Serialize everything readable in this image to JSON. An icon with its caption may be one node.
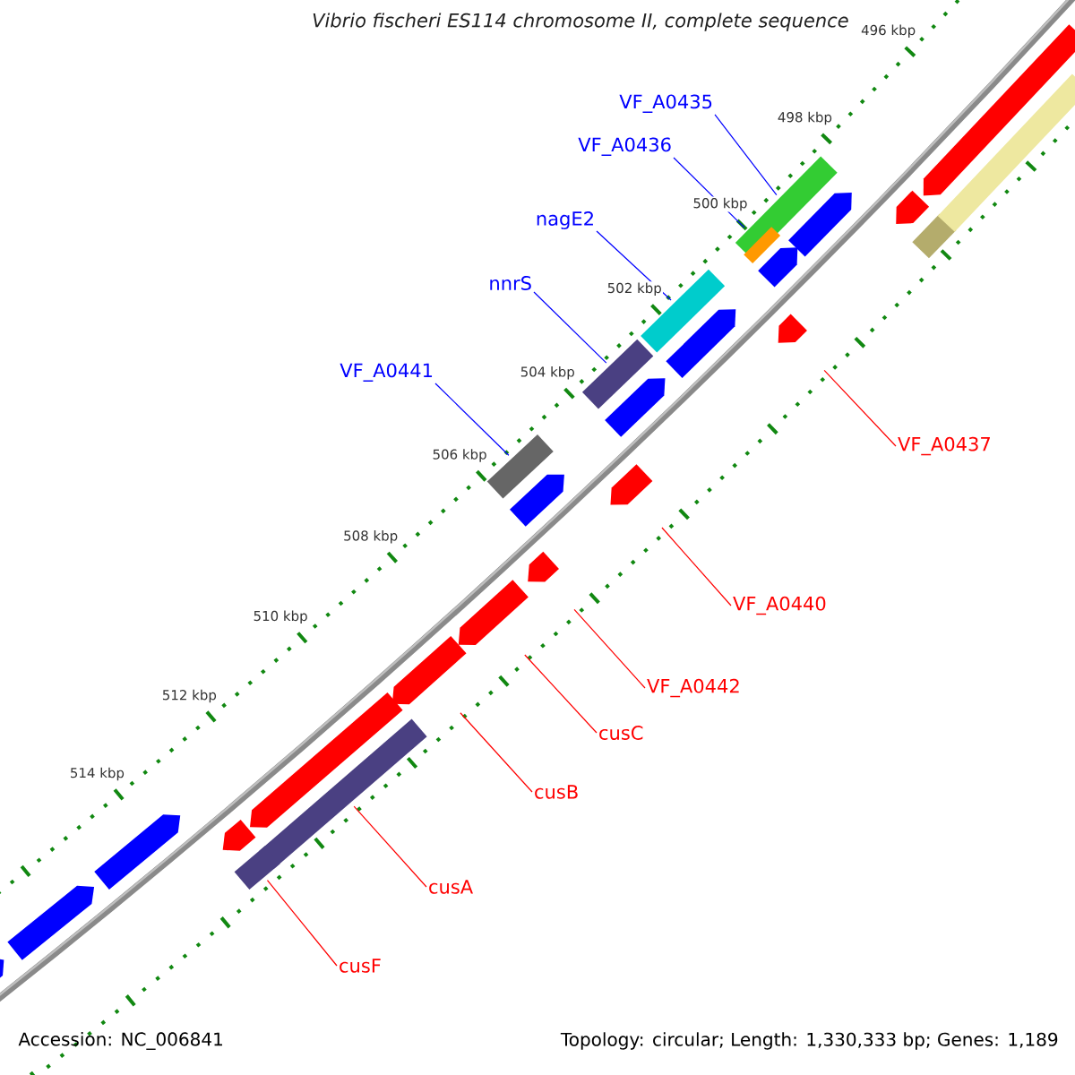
{
  "diagram": {
    "title": "Vibrio fischeri ES114 chromosome II, complete sequence",
    "nodes": [
      {
        "text": [
          "VF_A0435"
        ]
      },
      {
        "text": [
          "VF_A0436"
        ]
      },
      {
        "text": [
          "nagE2"
        ]
      },
      {
        "text": [
          "nnrS"
        ]
      },
      {
        "text": [
          "VF_A0441"
        ]
      },
      {
        "text": [
          "VF_A0437"
        ]
      },
      {
        "text": [
          "VF_A0440"
        ]
      },
      {
        "text": [
          "VF_A0442"
        ]
      },
      {
        "text": [
          "cusC"
        ]
      },
      {
        "text": [
          "cusB"
        ]
      },
      {
        "text": [
          "cusA"
        ]
      },
      {
        "text": [
          "cusF"
        ]
      },
      {
        "text": [],
        "shape": "bar"
      },
      {
        "text": [],
        "shape": "bar"
      },
      {
        "text": [],
        "shape": "bar"
      },
      {
        "text": [],
        "shape": "bar"
      },
      {
        "text": [],
        "shape": "bar"
      },
      {
        "text": [],
        "shape": "arrow"
      },
      {
        "text": [],
        "shape": "arrow"
      },
      {
        "text": [],
        "shape": "arrow"
      },
      {
        "text": [],
        "shape": "arrow"
      },
      {
        "text": [],
        "shape": "arrow"
      },
      {
        "text": [],
        "shape": "arrow"
      },
      {
        "text": [],
        "shape": "arrow"
      },
      {
        "text": [],
        "shape": "arrow"
      },
      {
        "text": [],
        "shape": "arrow"
      },
      {
        "text": [],
        "shape": "arrow"
      },
      {
        "text": [],
        "shape": "arrow"
      },
      {
        "text": [],
        "shape": "arrow"
      },
      {
        "text": [],
        "shape": "arrow"
      },
      {
        "text": [],
        "shape": "arrow"
      },
      {
        "text": [],
        "shape": "arrow"
      },
      {
        "text": [],
        "shape": "arrow"
      },
      {
        "text": [],
        "shape": "arrow"
      },
      {
        "text": [],
        "shape": "bar"
      },
      {
        "text": [],
        "shape": "bar"
      },
      {
        "text": [],
        "shape": "bar"
      },
      {
        "text": [],
        "shape": "bar"
      }
    ],
    "edges": [
      {
        "from": 0,
        "to": 12,
        "arrow": "none",
        "color": "#0000ff"
      },
      {
        "from": 1,
        "to": 13,
        "arrow": "none",
        "color": "#0000ff"
      },
      {
        "from": 2,
        "to": 14,
        "arrow": "none",
        "color": "#0000ff"
      },
      {
        "from": 3,
        "to": 15,
        "arrow": "none",
        "color": "#0000ff"
      },
      {
        "from": 4,
        "to": 16,
        "arrow": "none",
        "color": "#0000ff"
      },
      {
        "from": 5,
        "to": 17,
        "arrow": "none"
      },
      {
        "from": 6,
        "to": 18,
        "arrow": "none"
      },
      {
        "from": 7,
        "to": 19,
        "arrow": "none"
      },
      {
        "from": 8,
        "to": 20,
        "arrow": "none"
      },
      {
        "from": 9,
        "to": 21,
        "arrow": "none"
      },
      {
        "from": 10,
        "to": 36,
        "arrow": "none"
      },
      {
        "from": 11,
        "to": 37,
        "arrow": "none"
      }
    ],
    "labels": [
      "496 kbp",
      "498 kbp",
      "500 kbp",
      "502 kbp",
      "504 kbp",
      "506 kbp",
      "508 kbp",
      "510 kbp",
      "512 kbp",
      "514 kbp",
      "Accession: NC_006841",
      "Topology: circular; Length: 1,330,333 bp; Genes: 1,189"
    ]
  }
}
